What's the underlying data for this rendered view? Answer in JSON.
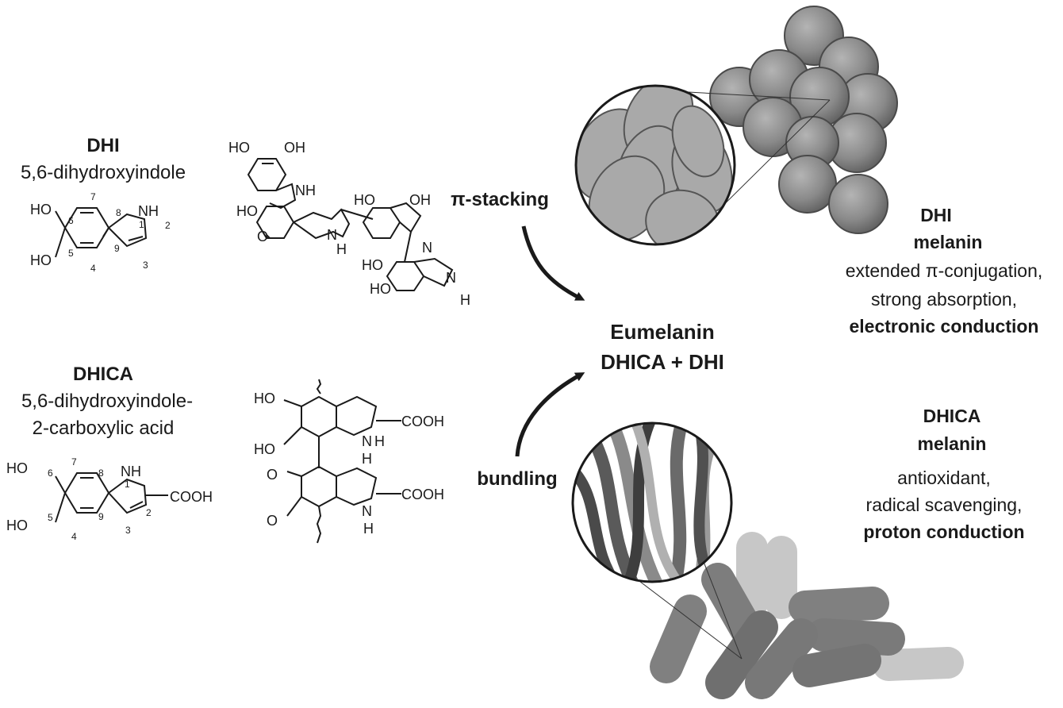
{
  "dhi": {
    "title": "DHI",
    "name": "5,6-dihydroxyindole",
    "atoms": {
      "oh_top": "HO",
      "oh_bot": "HO",
      "nh": "NH",
      "n1": "1",
      "n2": "2",
      "n3": "3",
      "n4": "4",
      "n5": "5",
      "n6": "6",
      "n7": "7",
      "n8": "8",
      "n9": "9"
    },
    "oligomer": {
      "ho1": "HO",
      "oh1": "OH",
      "nh_a": "NH",
      "ho2": "HO",
      "o": "O",
      "n_h": "N",
      "h": "H",
      "ho3": "HO",
      "oh3": "OH",
      "n": "N",
      "ho4": "HO",
      "ho5": "HO",
      "n_b": "N",
      "h_b": "H"
    }
  },
  "dhica": {
    "title": "DHICA",
    "name_line1": "5,6-dihydroxyindole-",
    "name_line2": "2-carboxylic acid",
    "atoms": {
      "oh_top": "HO",
      "oh_bot": "HO",
      "nh": "NH",
      "cooh": "COOH",
      "n1": "1",
      "n2": "2",
      "n3": "3",
      "n4": "4",
      "n5": "5",
      "n6": "6",
      "n7": "7",
      "n8": "8",
      "n9": "9"
    },
    "oligomer": {
      "ho1": "HO",
      "ho2": "HO",
      "cooh1": "COOH",
      "n1": "N",
      "h1": "H",
      "h2": "H",
      "o1": "O",
      "o2": "O",
      "cooh2": "COOH",
      "n2": "N",
      "h3": "H"
    }
  },
  "arrows": {
    "top_label": "π-stacking",
    "bottom_label": "bundling"
  },
  "center": {
    "line1": "Eumelanin",
    "line2": "DHICA + DHI"
  },
  "dhi_melanin": {
    "title": "DHI",
    "subtitle": "melanin",
    "prop1": "extended π-conjugation,",
    "prop2": "strong absorption,",
    "prop3": "electronic conduction"
  },
  "dhica_melanin": {
    "title": "DHICA",
    "subtitle": "melanin",
    "prop1": "antioxidant,",
    "prop2": "radical scavenging,",
    "prop3": "proton conduction"
  },
  "colors": {
    "sphere": "#8a8a8a",
    "sphere_dark": "#6f6f6f",
    "disk": "#a9a9a9",
    "rod": "#707070",
    "rod_light": "#bdbdbd",
    "text": "#1a1a1a"
  }
}
